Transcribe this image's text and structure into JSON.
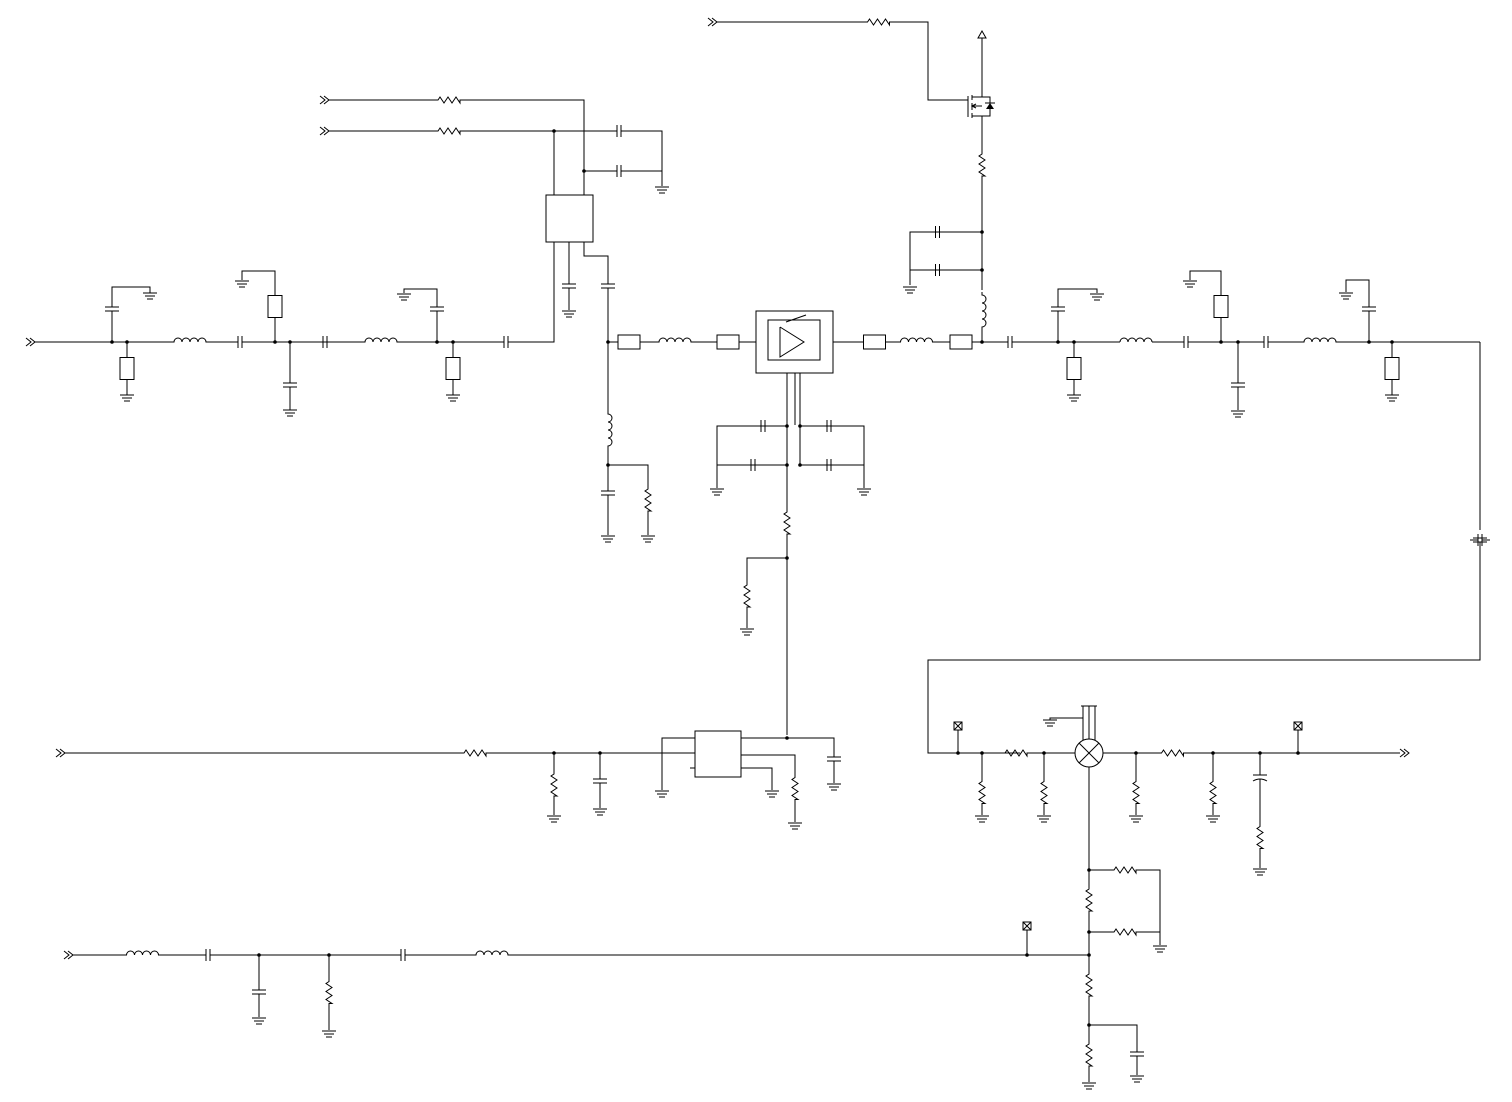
{
  "diagram": {
    "kind": "RF circuit schematic",
    "labels": [],
    "line_color": "#000000",
    "background": "#ffffff",
    "ports": [
      "input-port",
      "output-port",
      "lo-input-port",
      "bias-input-port",
      "control-input-port-1",
      "control-input-port-2",
      "control-input-port-3"
    ],
    "component_types": [
      "resistor",
      "capacitor",
      "inductor",
      "ground",
      "transmission-line",
      "amplifier",
      "mixer",
      "mosfet",
      "ic-block",
      "test-point"
    ]
  }
}
